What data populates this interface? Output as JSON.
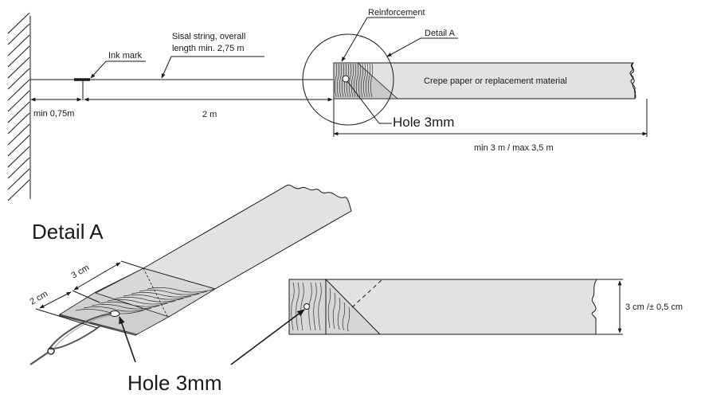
{
  "diagram": {
    "title": "Kite tail / streamer attachment drawing",
    "top_view": {
      "ink_mark_label": "Ink mark",
      "string_label_line1": "Sisal string, overall",
      "string_label_line2": "length min. 2,75 m",
      "dim_first": "min 0,75m",
      "dim_second": "2 m",
      "reinforcement_label": "Reinforcement",
      "detail_ref_label": "Detail A",
      "paper_label": "Crepe paper or replacement material",
      "hole_label": "Hole   3mm",
      "strip_length_dim": "min 3 m / max 3,5 m"
    },
    "detail_a": {
      "title": "Detail A",
      "dim_reinforcement": "2 cm",
      "dim_fold": "3 cm",
      "hole_label": "Hole   3mm",
      "width_dim": "3 cm /± 0,5 cm"
    },
    "colors": {
      "line": "#1a1a1a",
      "paper_fill": "#e2e2e2",
      "background": "#ffffff"
    }
  }
}
